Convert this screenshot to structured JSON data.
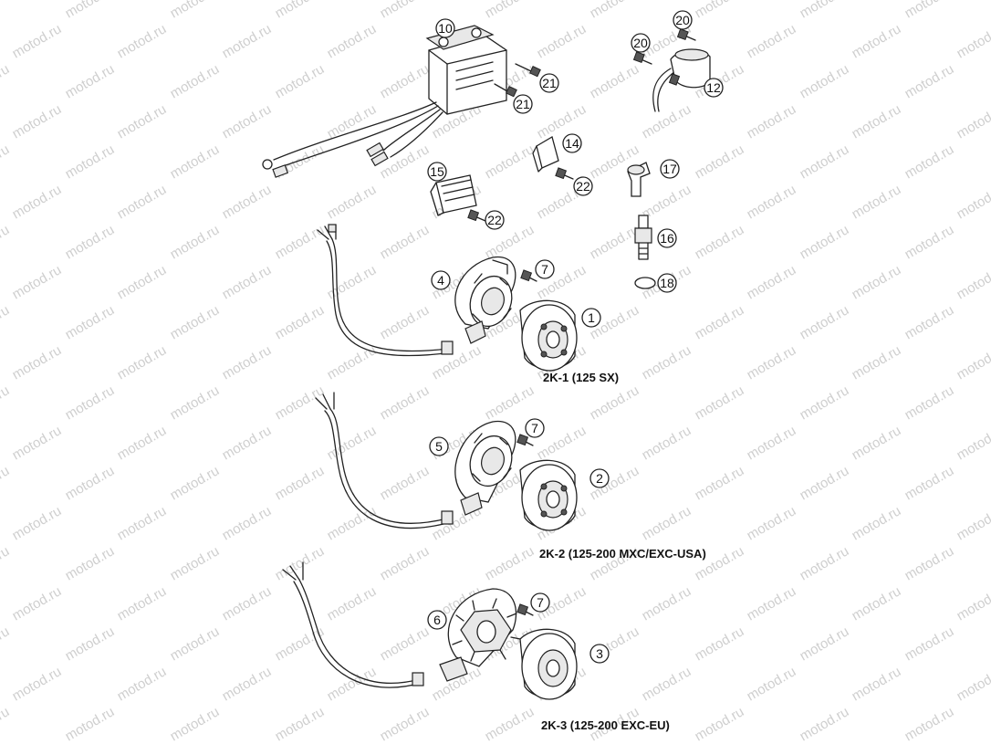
{
  "watermark": "motod.ru",
  "callouts": [
    "1",
    "2",
    "3",
    "4",
    "5",
    "6",
    "7",
    "7",
    "7",
    "10",
    "12",
    "14",
    "15",
    "16",
    "17",
    "18",
    "20",
    "20",
    "21",
    "21",
    "22",
    "22"
  ],
  "captions": {
    "group1": "2K-1  (125 SX)",
    "group2": "2K-2  (125-200 MXC/EXC-USA)",
    "group3": "2K-3  (125-200 EXC-EU)"
  }
}
